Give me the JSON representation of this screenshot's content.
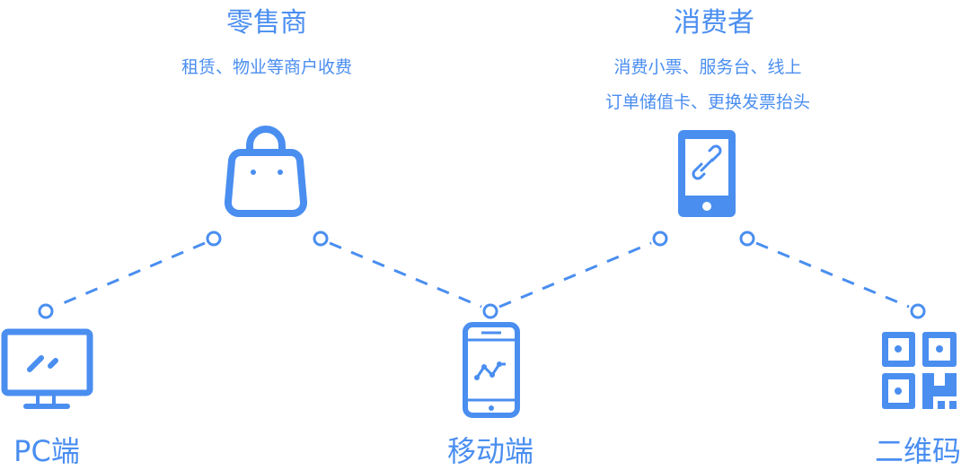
{
  "retailer": {
    "title": "零售商",
    "subtitle": "租赁、物业等商户收费"
  },
  "consumer": {
    "title": "消费者",
    "subtitle_lines": [
      "消费小票、服务台、线上",
      "订单储值卡、更换发票抬头"
    ]
  },
  "channels": [
    {
      "label": "PC端",
      "icon": "monitor-icon"
    },
    {
      "label": "移动端",
      "icon": "mobile-chart-icon"
    },
    {
      "label": "二维码",
      "icon": "qr-code-icon"
    }
  ],
  "colors": {
    "accent": "#4a8ef0"
  }
}
